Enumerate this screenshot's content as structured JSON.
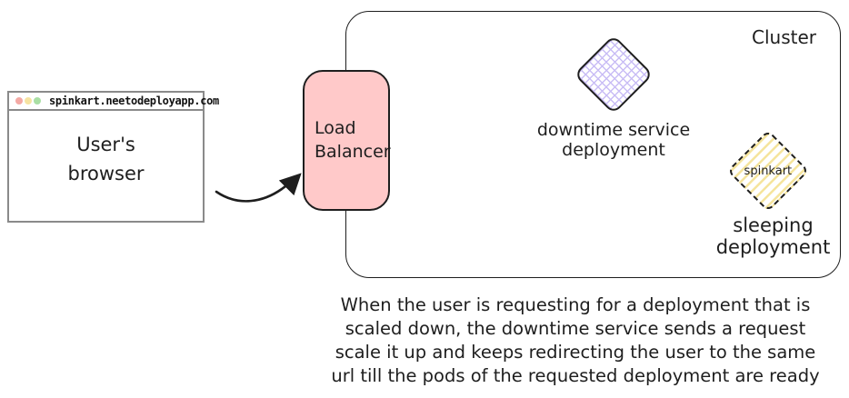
{
  "colors": {
    "stroke": "#1e1e1e",
    "lb-fill": "#ffc9c9",
    "violet": "#c9bdf5",
    "yellow": "#f5e49c",
    "browser-border": "#8a8a8a",
    "dot-red": "#f4a9a4",
    "dot-yellow": "#f6e3a1",
    "dot-green": "#a9dfa4"
  },
  "browser": {
    "url": "spinkart.neetodeployapp.com",
    "label": "User's\nbrowser"
  },
  "load_balancer": {
    "label": "Load\nBalancer"
  },
  "cluster": {
    "label": "Cluster",
    "downtime_deployment": {
      "label": "downtime service\ndeployment"
    },
    "sleeping_deployment": {
      "pod_label": "spinkart",
      "label": "sleeping\ndeployment"
    }
  },
  "caption": "When the user is requesting for a deployment that is\nscaled down, the downtime service sends a request\nscale it up and keeps redirecting the user to the same\nurl till the pods of the requested deployment are ready"
}
